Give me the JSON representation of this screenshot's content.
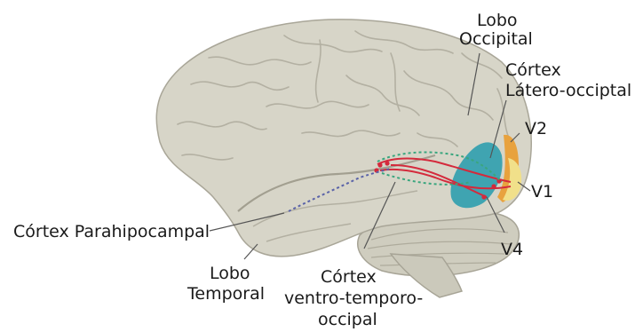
{
  "labels": {
    "lobo_occipital": [
      "Lobo",
      "Occipital"
    ],
    "cortex_latero_occipital": [
      "Córtex",
      "Látero-occiptal"
    ],
    "v2": "V2",
    "v1": "V1",
    "v4": "V4",
    "cortex_parahipocampal": "Córtex Parahipocampal",
    "lobo_temporal": [
      "Lobo",
      "Temporal"
    ],
    "cortex_ventro_temporo_occipital": [
      "Córtex",
      "ventro-temporo-",
      "occipal"
    ]
  },
  "colors": {
    "brain": "#d7d5c8",
    "brain_sulci": "#b3b0a2",
    "lateral_occipital": "#2f9fae",
    "v2": "#e8a23e",
    "v1": "#f1e08a",
    "pathway_red": "#d42a3c",
    "pathway_green_dotted": "#3aa67e",
    "pathway_purple_dotted": "#5a63a8"
  }
}
